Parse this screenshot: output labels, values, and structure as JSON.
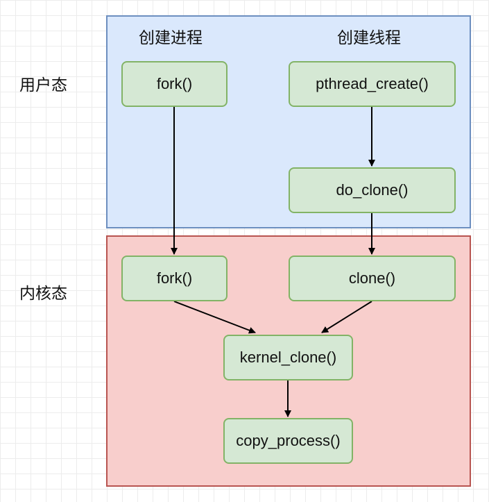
{
  "side_labels": {
    "user_mode": "用户态",
    "kernel_mode": "内核态"
  },
  "column_headers": {
    "create_process": "创建进程",
    "create_thread": "创建线程"
  },
  "nodes": {
    "user_fork": "fork()",
    "pthread_create": "pthread_create()",
    "do_clone": "do_clone()",
    "kernel_fork": "fork()",
    "kernel_clone_call": "clone()",
    "kernel_clone": "kernel_clone()",
    "copy_process": "copy_process()"
  }
}
